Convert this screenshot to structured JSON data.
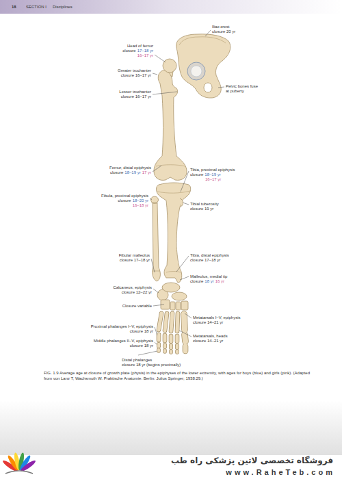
{
  "diagram": {
    "caption": "FIG. 1.9 Average age at closure of growth plate (physis) in the epiphyses of the lower extremity, with ages for boys (blue) and girls (pink). (Adapted from von Lanz T, Wachsmuth W. Praktische Anatomie. Berlin: Julius Springer; 1938:29.)",
    "labels": [
      "18",
      "SECTION I",
      "Disciplines",
      "Iliac crest",
      "closure 20 yr",
      "Head of femur",
      "closure",
      "17–18 yr",
      "16–17 yr",
      "Greater trochanter",
      "closure 16–17 yr",
      "Pelvic bones fuse",
      "at puberty",
      "Lesser trochanter",
      "closure 16–17 yr",
      "Femur, distal epiphysis",
      "closure",
      "18–19 yr",
      "17 yr",
      "Tibia, proximal epiphysis",
      "closure",
      "18–19 yr",
      "16–17 yr",
      "Fibula, proximal epiphysis",
      "closure",
      "18–20 yr",
      "16–18 yr",
      "Tibial tuberosity",
      "closure 19 yr",
      "Fibular malleolus",
      "closure 17–18 yr",
      "Tibia, distal epiphysis",
      "closure 17–18 yr",
      "Malleolus, medial tip",
      "closure",
      "18 yr",
      "16 yr",
      "Calcaneus, epiphysis",
      "closure 12–22 yr",
      "Closure variable",
      "Proximal phalanges I–V, epiphysis",
      "closure 18 yr",
      "Metatarsals I–V, epiphysis",
      "closure 14–21 yr",
      "Middle phalanges II–V, epiphysis",
      "closure 18 yr",
      "Metatarsals, heads",
      "closure 14–21 yr",
      "Distal phalanges",
      "closure 18 yr (begins proximally)",
      "فروشگاه تخصصی لاتین پزشکی راه طب",
      "www.RaheTeb.com"
    ]
  }
}
